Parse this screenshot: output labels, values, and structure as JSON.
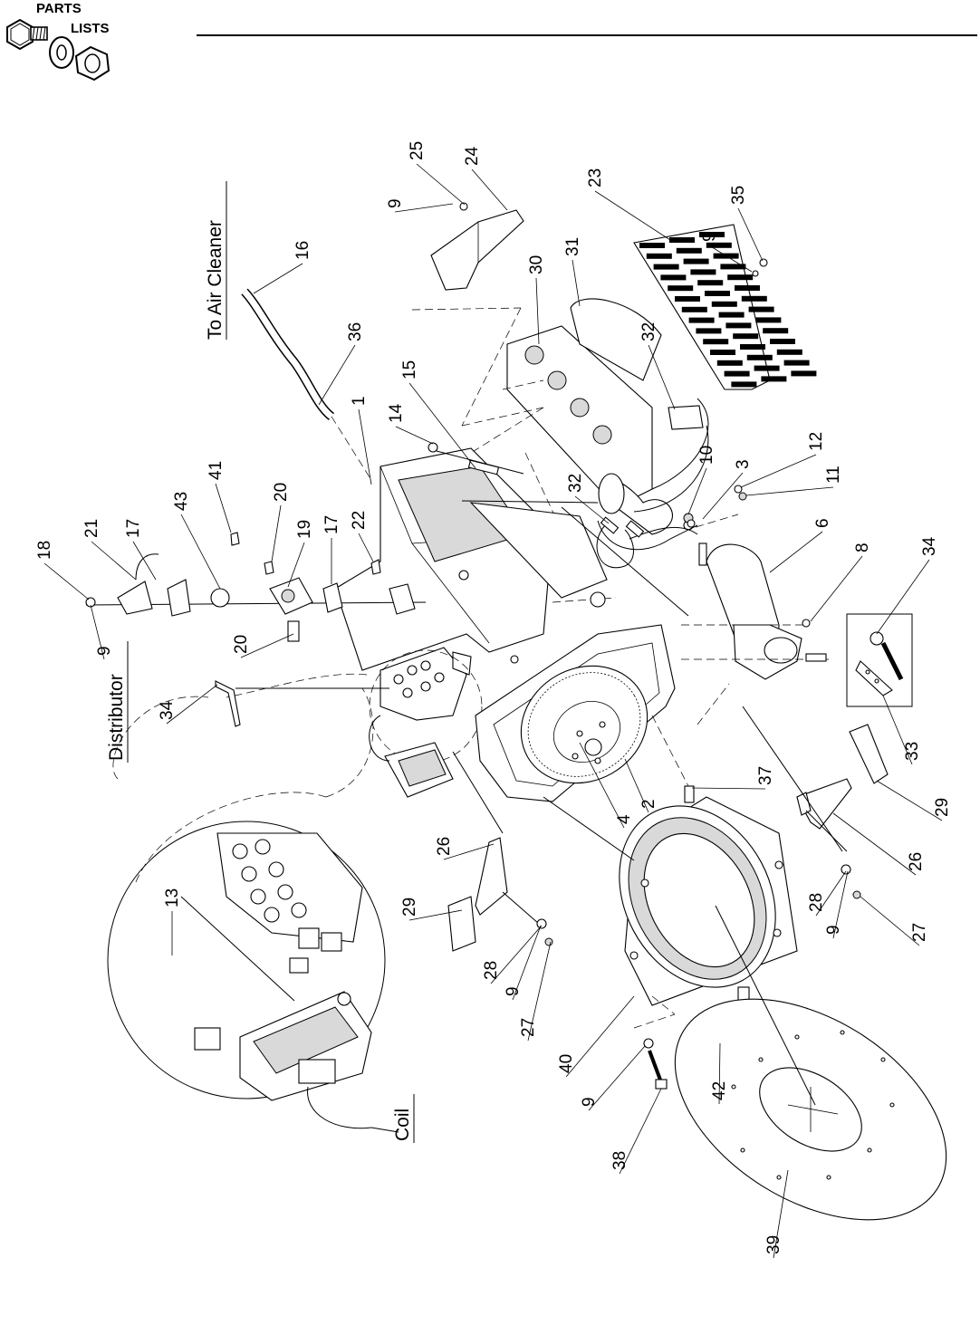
{
  "header": {
    "logo_line1": "PARTS",
    "logo_line2": "LISTS"
  },
  "diagram": {
    "labels": {
      "to_air_cleaner": "To Air Cleaner",
      "distributor": "Distributor",
      "coil": "Coil"
    },
    "callouts": [
      "1",
      "2",
      "3",
      "4",
      "6",
      "8",
      "9",
      "9",
      "9",
      "9",
      "9",
      "9",
      "9",
      "10",
      "11",
      "12",
      "13",
      "14",
      "15",
      "16",
      "17",
      "17",
      "18",
      "19",
      "20",
      "20",
      "21",
      "22",
      "23",
      "24",
      "25",
      "26",
      "26",
      "27",
      "27",
      "28",
      "28",
      "29",
      "29",
      "30",
      "31",
      "32",
      "32",
      "33",
      "34",
      "34",
      "35",
      "36",
      "37",
      "38",
      "39",
      "40",
      "41",
      "42",
      "43"
    ]
  }
}
